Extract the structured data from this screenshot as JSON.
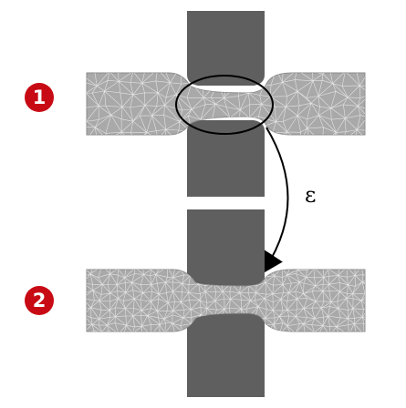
{
  "steps": [
    {
      "label": "1"
    },
    {
      "label": "2"
    }
  ],
  "strain": {
    "symbol": "ε"
  },
  "colors": {
    "electrode": "#5f5f5f",
    "specimen": "#a9a9a9",
    "mesh": "#e4e4e4",
    "badge": "#c80a14",
    "badge_text": "#ffffff",
    "outline": "#000000"
  },
  "icons": {
    "marker": "circle",
    "arrow": "curved-arrow"
  }
}
